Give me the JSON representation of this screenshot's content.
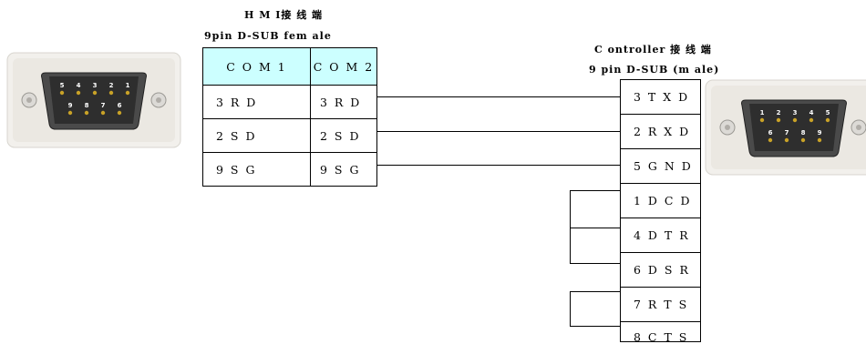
{
  "hmi": {
    "title": "H M I接 线 端",
    "subtitle": "9pin D-SUB fem ale",
    "headers": [
      "C O M 1",
      "C O M 2"
    ],
    "rows": [
      [
        "3 R D",
        "3 R D"
      ],
      [
        "2 S D",
        "2 S D"
      ],
      [
        "9 S G",
        "9 S G"
      ]
    ],
    "connector_pins_top": [
      "5",
      "4",
      "3",
      "2",
      "1"
    ],
    "connector_pins_bottom": [
      "9",
      "8",
      "7",
      "6"
    ]
  },
  "controller": {
    "title": "C ontroller 接 线 端",
    "subtitle": "9 pin D-SUB (m ale)",
    "pins": [
      "3 T X D",
      "2 R X D",
      "5 G N D",
      "1 D C D",
      "4 D T R",
      "6 D S R",
      "7 R T S",
      "8 C T S"
    ],
    "connector_pins_top": [
      "1",
      "2",
      "3",
      "4",
      "5"
    ],
    "connector_pins_bottom": [
      "6",
      "7",
      "8",
      "9"
    ]
  }
}
